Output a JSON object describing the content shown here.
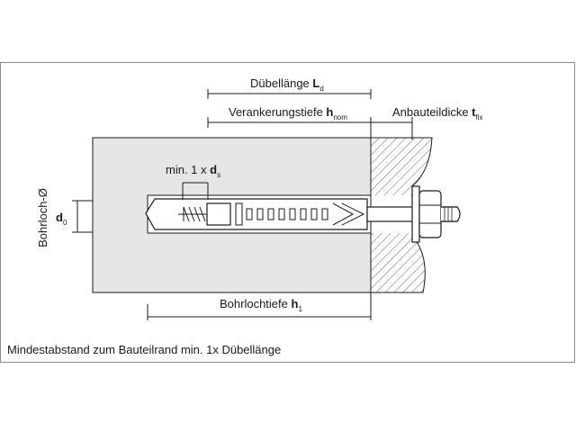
{
  "labels": {
    "duebellaenge": {
      "text": "Dübellänge ",
      "sym": "L",
      "sub": "d"
    },
    "verankerungstiefe": {
      "text": "Verankerungstiefe ",
      "sym": "h",
      "sub": "nom"
    },
    "anbauteildicke": {
      "text": "Anbauteildicke ",
      "sym": "t",
      "sub": "fix"
    },
    "min_ds": {
      "text": "min. 1 x ",
      "sym": "d",
      "sub": "s"
    },
    "bohrloch_d": "Bohrloch-Ø",
    "d0": {
      "sym": "d",
      "sub": "0"
    },
    "bohrlochtiefe": {
      "text": "Bohrlochtiefe ",
      "sym": "h",
      "sub": "1"
    }
  },
  "footer": "Mindestabstand zum Bauteilrand min. 1x Dübellänge",
  "colors": {
    "concrete": "#e6e6e6",
    "line": "#1a1a1a",
    "hatch": "#555555"
  }
}
